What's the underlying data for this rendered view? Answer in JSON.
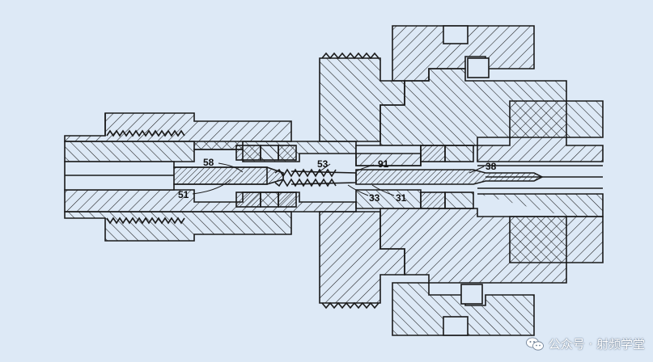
{
  "diagram": {
    "labels": {
      "l58": "58",
      "l51": "51",
      "l53": "53",
      "l91": "91",
      "l33": "33",
      "l31": "31",
      "l38": "38"
    }
  },
  "watermark": {
    "text": "公众号 · 射频学堂",
    "icon": "wechat-icon"
  },
  "colors": {
    "background": "#dde9f6",
    "line": "#1a1a1a"
  }
}
